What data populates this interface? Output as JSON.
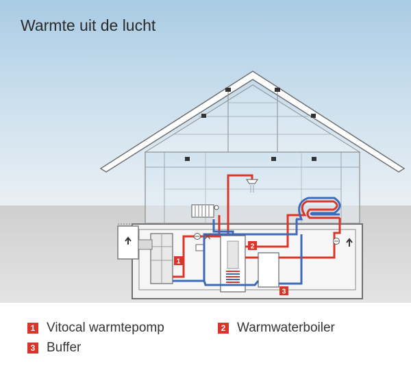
{
  "title": "Warmte uit de lucht",
  "colors": {
    "marker_red": "#d9352a",
    "pipe_red": "#d9352a",
    "pipe_blue": "#3c69b8",
    "sky_top": "#a9cbe4",
    "ground": "#dcdcdc",
    "outline": "#6f6f6f"
  },
  "markers": [
    {
      "number": "1",
      "label": "Vitocal warmtepomp"
    },
    {
      "number": "2",
      "label": "Warmwaterboiler"
    },
    {
      "number": "3",
      "label": "Buffer"
    }
  ],
  "icons": {
    "airflow_in": "up-arrow-icon",
    "airflow_out": "up-arrow-icon",
    "pump": "circulation-pump-icon",
    "shower": "shower-head-icon",
    "radiator": "radiator-icon"
  }
}
